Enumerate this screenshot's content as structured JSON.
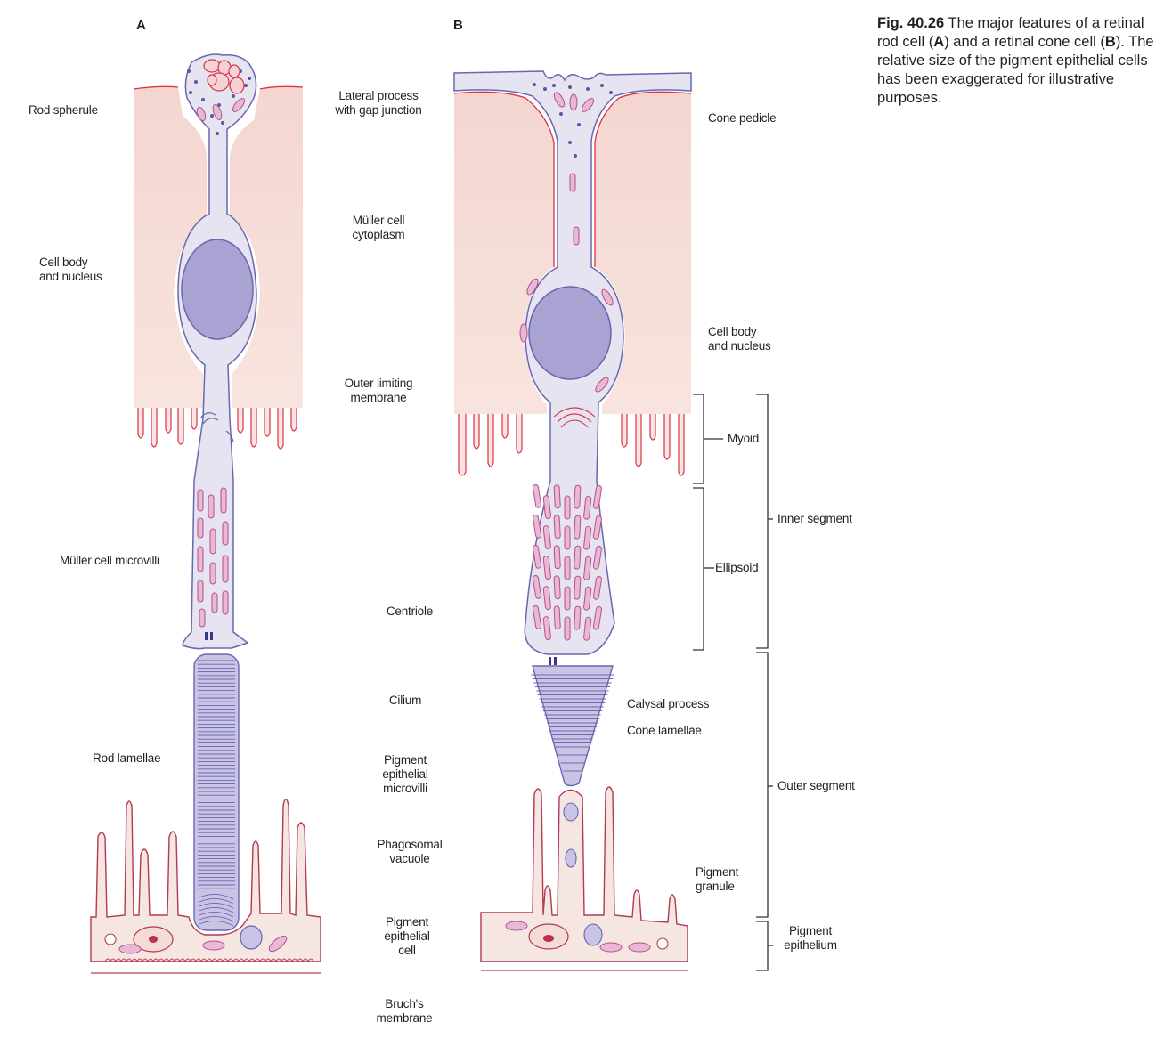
{
  "caption": {
    "fig_label": "Fig. 40.26",
    "text_1": " The major features of a retinal rod cell (",
    "bold_a": "A",
    "text_2": ") and a retinal cone cell (",
    "bold_b": "B",
    "text_3": "). The relative size of the pigment epithelial cells has been exaggerated for illustrative purposes."
  },
  "panels": {
    "a": "A",
    "b": "B"
  },
  "labels_rod": {
    "rod_spherule": "Rod spherule",
    "cell_body": "Cell body\nand nucleus",
    "muller_microvilli": "Müller cell microvilli",
    "rod_lamellae": "Rod lamellae"
  },
  "labels_center": {
    "lateral_process": "Lateral process\nwith gap junction",
    "muller_cytoplasm": "Müller cell\ncytoplasm",
    "outer_limiting": "Outer limiting\nmembrane",
    "centriole": "Centriole",
    "cilium": "Cilium",
    "pe_microvilli": "Pigment\nepithelial\nmicrovilli",
    "phagosomal": "Phagosomal\nvacuole",
    "pe_cell": "Pigment\nepithelial\ncell",
    "bruchs": "Bruch's\nmembrane"
  },
  "labels_cone": {
    "cone_pedicle": "Cone pedicle",
    "cell_body": "Cell body\nand nucleus",
    "calysal": "Calysal process",
    "cone_lamellae": "Cone lamellae",
    "pigment_granule": "Pigment\ngranule"
  },
  "brackets": {
    "myoid": "Myoid",
    "ellipsoid": "Ellipsoid",
    "inner_segment": "Inner segment",
    "outer_segment": "Outer segment",
    "pigment_epithelium": "Pigment\nepithelium"
  },
  "colors": {
    "muller_fill": "#f6dcd6",
    "muller_line": "#d9344a",
    "cell_fill": "#e6e4f0",
    "cell_line": "#6a66b0",
    "nucleus": "#a9a3d4",
    "mito": "#c77cae",
    "pe_fill": "#f5e6e2",
    "pe_line": "#b23a52",
    "bracket": "#333333"
  }
}
